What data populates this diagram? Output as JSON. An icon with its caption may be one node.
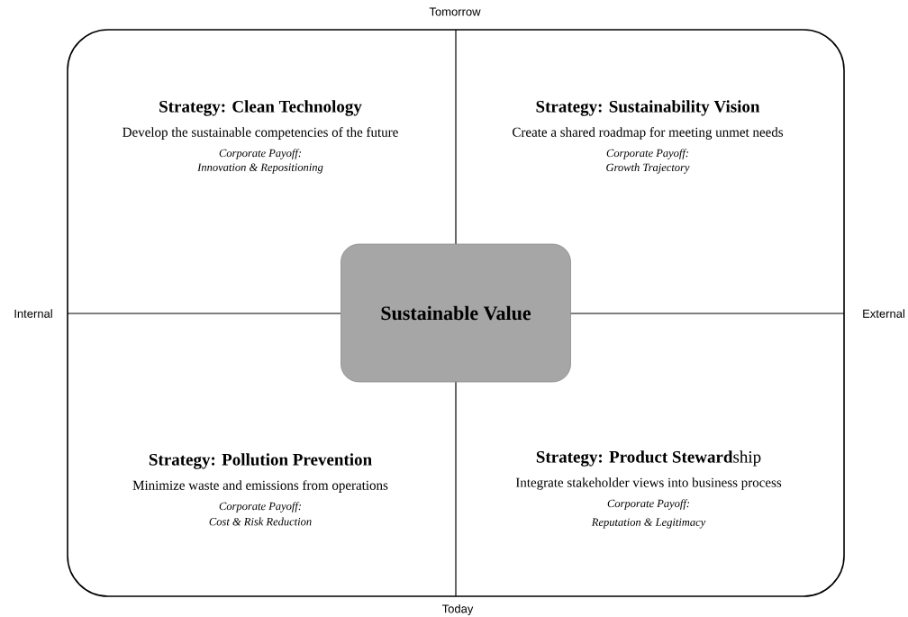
{
  "diagram": {
    "nodes": [
      {
        "text": [],
        "shape": "box"
      },
      {
        "text": [
          "Sustainable Value"
        ],
        "in": 0
      }
    ],
    "labels": [
      "Tomorrow",
      "Strategy: Clean Technology",
      "Develop the sustainable competencies of the future",
      "Corporate Payoff:",
      "Innovation & Repositioning",
      "Strategy: Sustainability Vision",
      "Create a shared roadmap for meeting unmet needs",
      "Corporate Payoff:",
      "Growth Trajectory",
      "Internal",
      "External",
      "Strategy: Pollution Prevention",
      "Minimize waste and emissions from operations",
      "Corporate Payoff:",
      "Cost & Risk Reduction",
      "**Strategy: Product Steward**ship",
      "Integrate stakeholder views into business process",
      "Corporate Payoff:",
      "Reputation & Legitimacy",
      "Today"
    ]
  }
}
